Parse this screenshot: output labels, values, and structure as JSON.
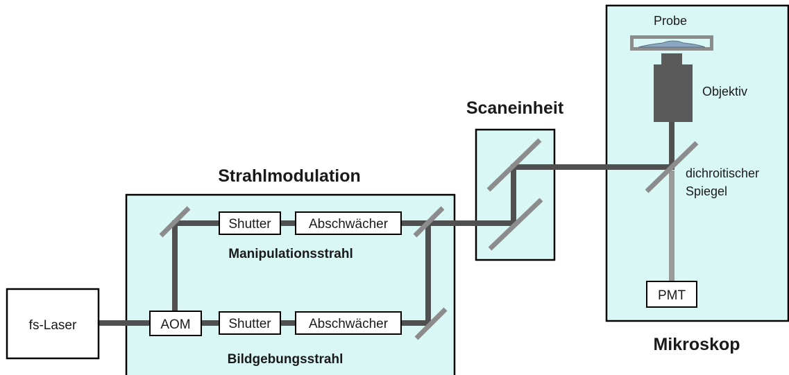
{
  "titles": {
    "strahlmodulation": "Strahlmodulation",
    "scaneinheit": "Scaneinheit",
    "mikroskop": "Mikroskop"
  },
  "beams": {
    "manipulation": "Manipulationsstrahl",
    "bildgebung": "Bildgebungsstrahl"
  },
  "components": {
    "laser": "fs-Laser",
    "aom": "AOM",
    "shutter_top": "Shutter",
    "attenuator_top": "Abschwächer",
    "shutter_bottom": "Shutter",
    "attenuator_bottom": "Abschwächer",
    "pmt": "PMT"
  },
  "microscope": {
    "sample": "Probe",
    "objective": "Objektiv",
    "dichroic_line1": "dichroitischer",
    "dichroic_line2": "Spiegel"
  },
  "colors": {
    "panel_fill": "#d9f7f5",
    "beam": "#505050",
    "detection_beam": "#9a9a9a",
    "mirror": "#8c8c8c",
    "objective": "#5a5a5a"
  }
}
